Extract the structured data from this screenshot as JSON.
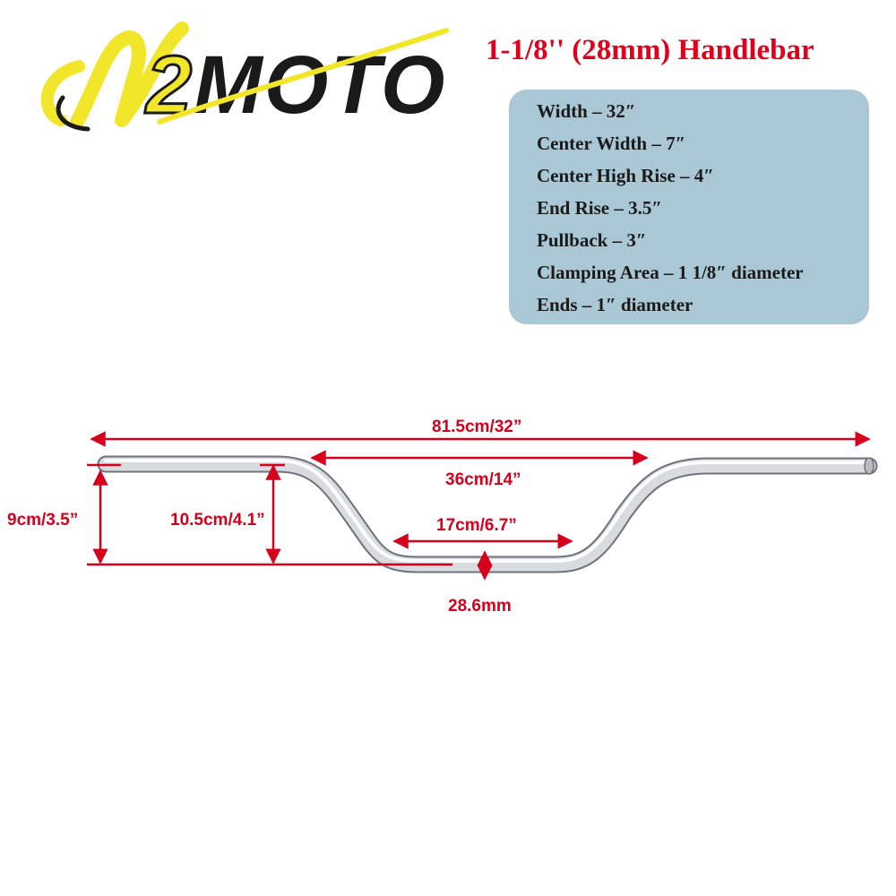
{
  "brand": {
    "logo_text": "N2MOTO",
    "colors": {
      "yellow": "#f2e62a",
      "dark": "#1a1a1a"
    }
  },
  "title": "1-1/8'' (28mm) Handlebar",
  "specs": [
    "Width – 32″",
    "Center Width – 7″",
    "Center High Rise – 4″",
    "End Rise – 3.5″",
    "Pullback – 3″",
    "Clamping Area – 1 1/8″ diameter",
    "Ends – 1″ diameter"
  ],
  "dimensions": {
    "overall_width": "81.5cm/32”",
    "inner_width": "36cm/14”",
    "center_width": "17cm/6.7”",
    "end_rise": "9cm/3.5”",
    "rise": "10.5cm/4.1”",
    "clamp_diameter": "28.6mm"
  },
  "colors": {
    "accent": "#e0001b",
    "spec_box": "#a9c7d5",
    "bar": "#c8ccd0"
  }
}
